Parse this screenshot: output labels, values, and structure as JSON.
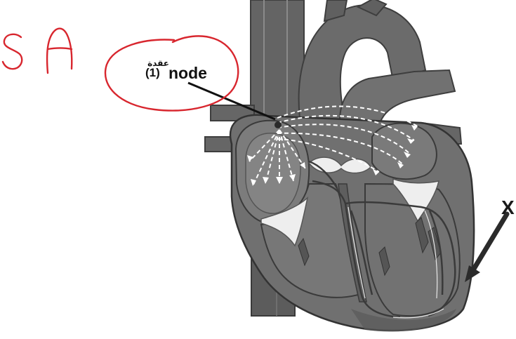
{
  "diagram": {
    "label_number": "(1)",
    "label_arabic": "عقدة",
    "label_node": "node",
    "handwritten_note": "SA",
    "pointer_label": "X",
    "colors": {
      "muscle": "#6d6d6d",
      "vessel": "#5c5c5c",
      "chamber": "#7b7b7b",
      "dark": "#4a4a4a",
      "valve": "#eeeeee",
      "annotation_red": "#d8262e"
    }
  }
}
